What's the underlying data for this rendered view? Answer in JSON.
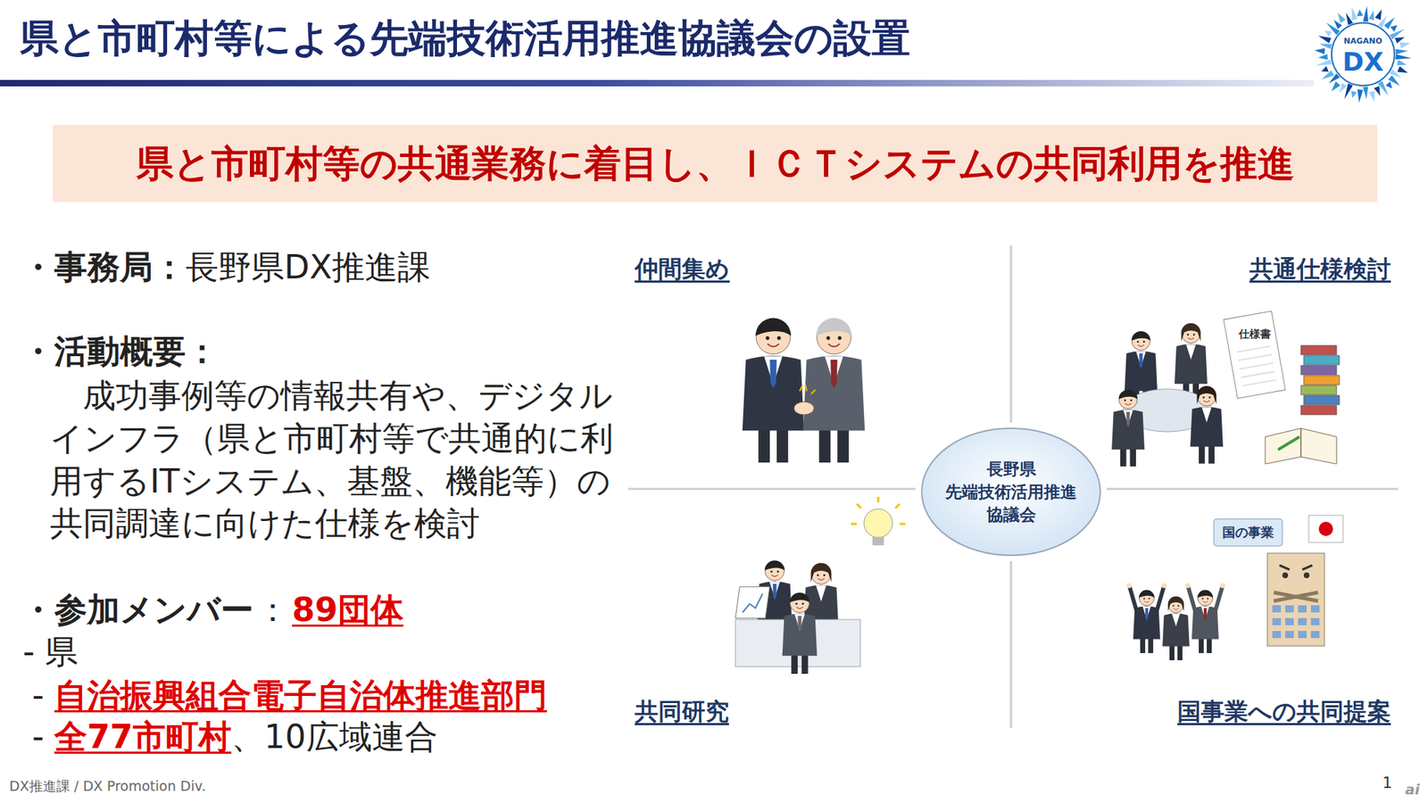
{
  "diagram": {
    "title": "県と市町村等による先端技術活用推進協議会の設置",
    "nodes": [
      {
        "text": [
          "県と市町村等の共通業務に着目し、ＩＣＴシステムの共同利用を推進"
        ]
      },
      {
        "text": [
          "長野県 先端技術活用推進 協議会"
        ]
      }
    ],
    "labels": [
      "仲間集め",
      "共通仕様検討",
      "共同研究",
      "国事業への共同提案",
      "仕様書",
      "国の事業",
      "・事務局：",
      "長野県DX推進課",
      "・活動概要：",
      "成功事例等の情報共有や、デジタルインフラ（県と市町村等で共通的に利用するITシステム、基盤、機能等）の共同調達に向けた仕様を検討",
      "・参加メンバー",
      "：",
      "89団体",
      "- 県",
      "-",
      "自治振興組合電子自治体推進部門",
      "-",
      "全77市町村",
      "、10広域連合",
      "DX推進課 / DX Promotion Div.",
      "1",
      "ai",
      "NAGANO",
      "DX"
    ]
  }
}
